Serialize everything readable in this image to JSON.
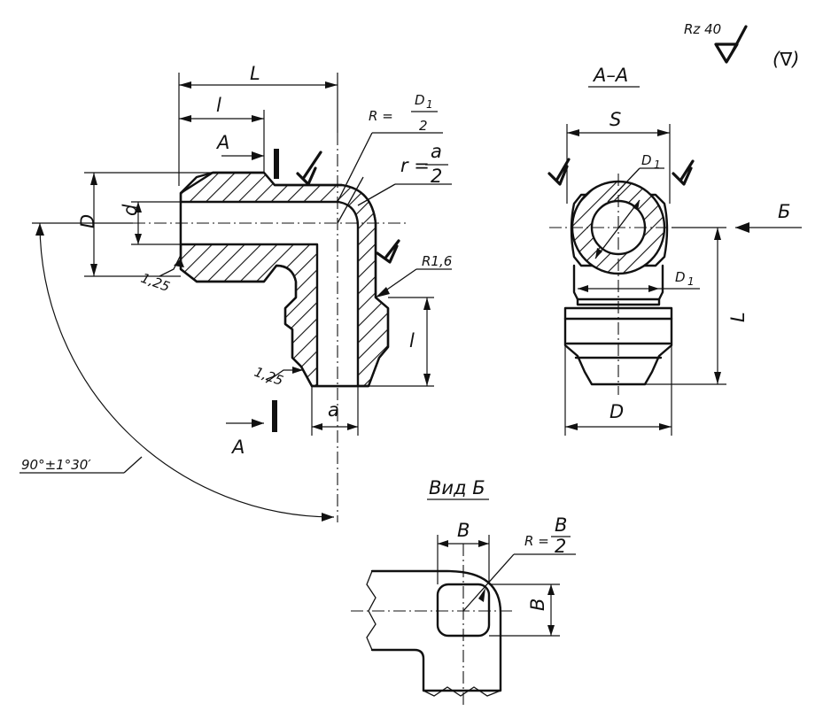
{
  "roughness": {
    "value": "Rz 40",
    "symbol": "∇",
    "bracket": "(∇)"
  },
  "main_view": {
    "dims": {
      "L": "L",
      "l": "l",
      "D": "D",
      "d": "d",
      "a": "a",
      "R_formula_left": "R =",
      "R_num": "D",
      "R_num_sub": "1",
      "R_den": "2",
      "r_formula_left": "r =",
      "r_num": "a",
      "r_den": "2",
      "fillet": "R1,6",
      "chamfer_top": "1,25",
      "chamfer_bottom": "1,25",
      "angle": "90°±1°30′"
    },
    "section_marks": {
      "top": "A",
      "bottom": "A"
    }
  },
  "section_view": {
    "title": "A–A",
    "dims": {
      "S": "S",
      "D1_top": "D",
      "D1_top_sub": "1",
      "D1_mid": "D",
      "D1_mid_sub": "1",
      "L": "L",
      "D": "D"
    },
    "view_arrow": "Б"
  },
  "detail_view": {
    "title": "Вид  Б",
    "dims": {
      "B_top": "B",
      "B_side": "B",
      "R_left": "R =",
      "R_num": "B",
      "R_den": "2"
    }
  }
}
